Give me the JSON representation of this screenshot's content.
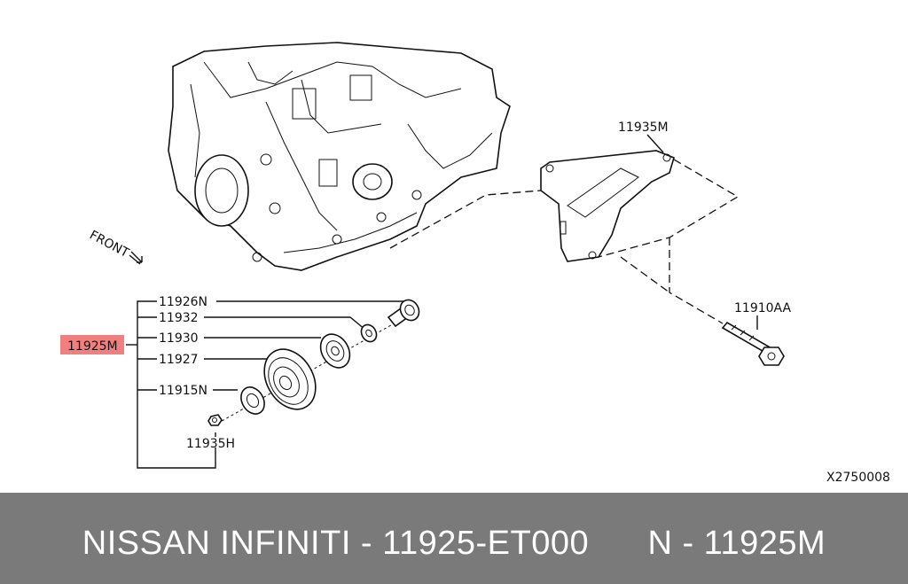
{
  "diagram": {
    "labels": {
      "bracket": "11935M",
      "bolt": "11910AA",
      "assembly": "11925M",
      "cap_bolt": "11926N",
      "washer": "11932",
      "idler_pulley": "11930",
      "tension_pulley": "11927",
      "spacer": "11915N",
      "nut": "11935H",
      "front": "FRONT",
      "figure_code": "X2750008"
    },
    "highlight_color": "#f08080"
  },
  "footer": {
    "brand": "NISSAN INFINITI - 11925-ET000",
    "code": "N - 11925M"
  }
}
